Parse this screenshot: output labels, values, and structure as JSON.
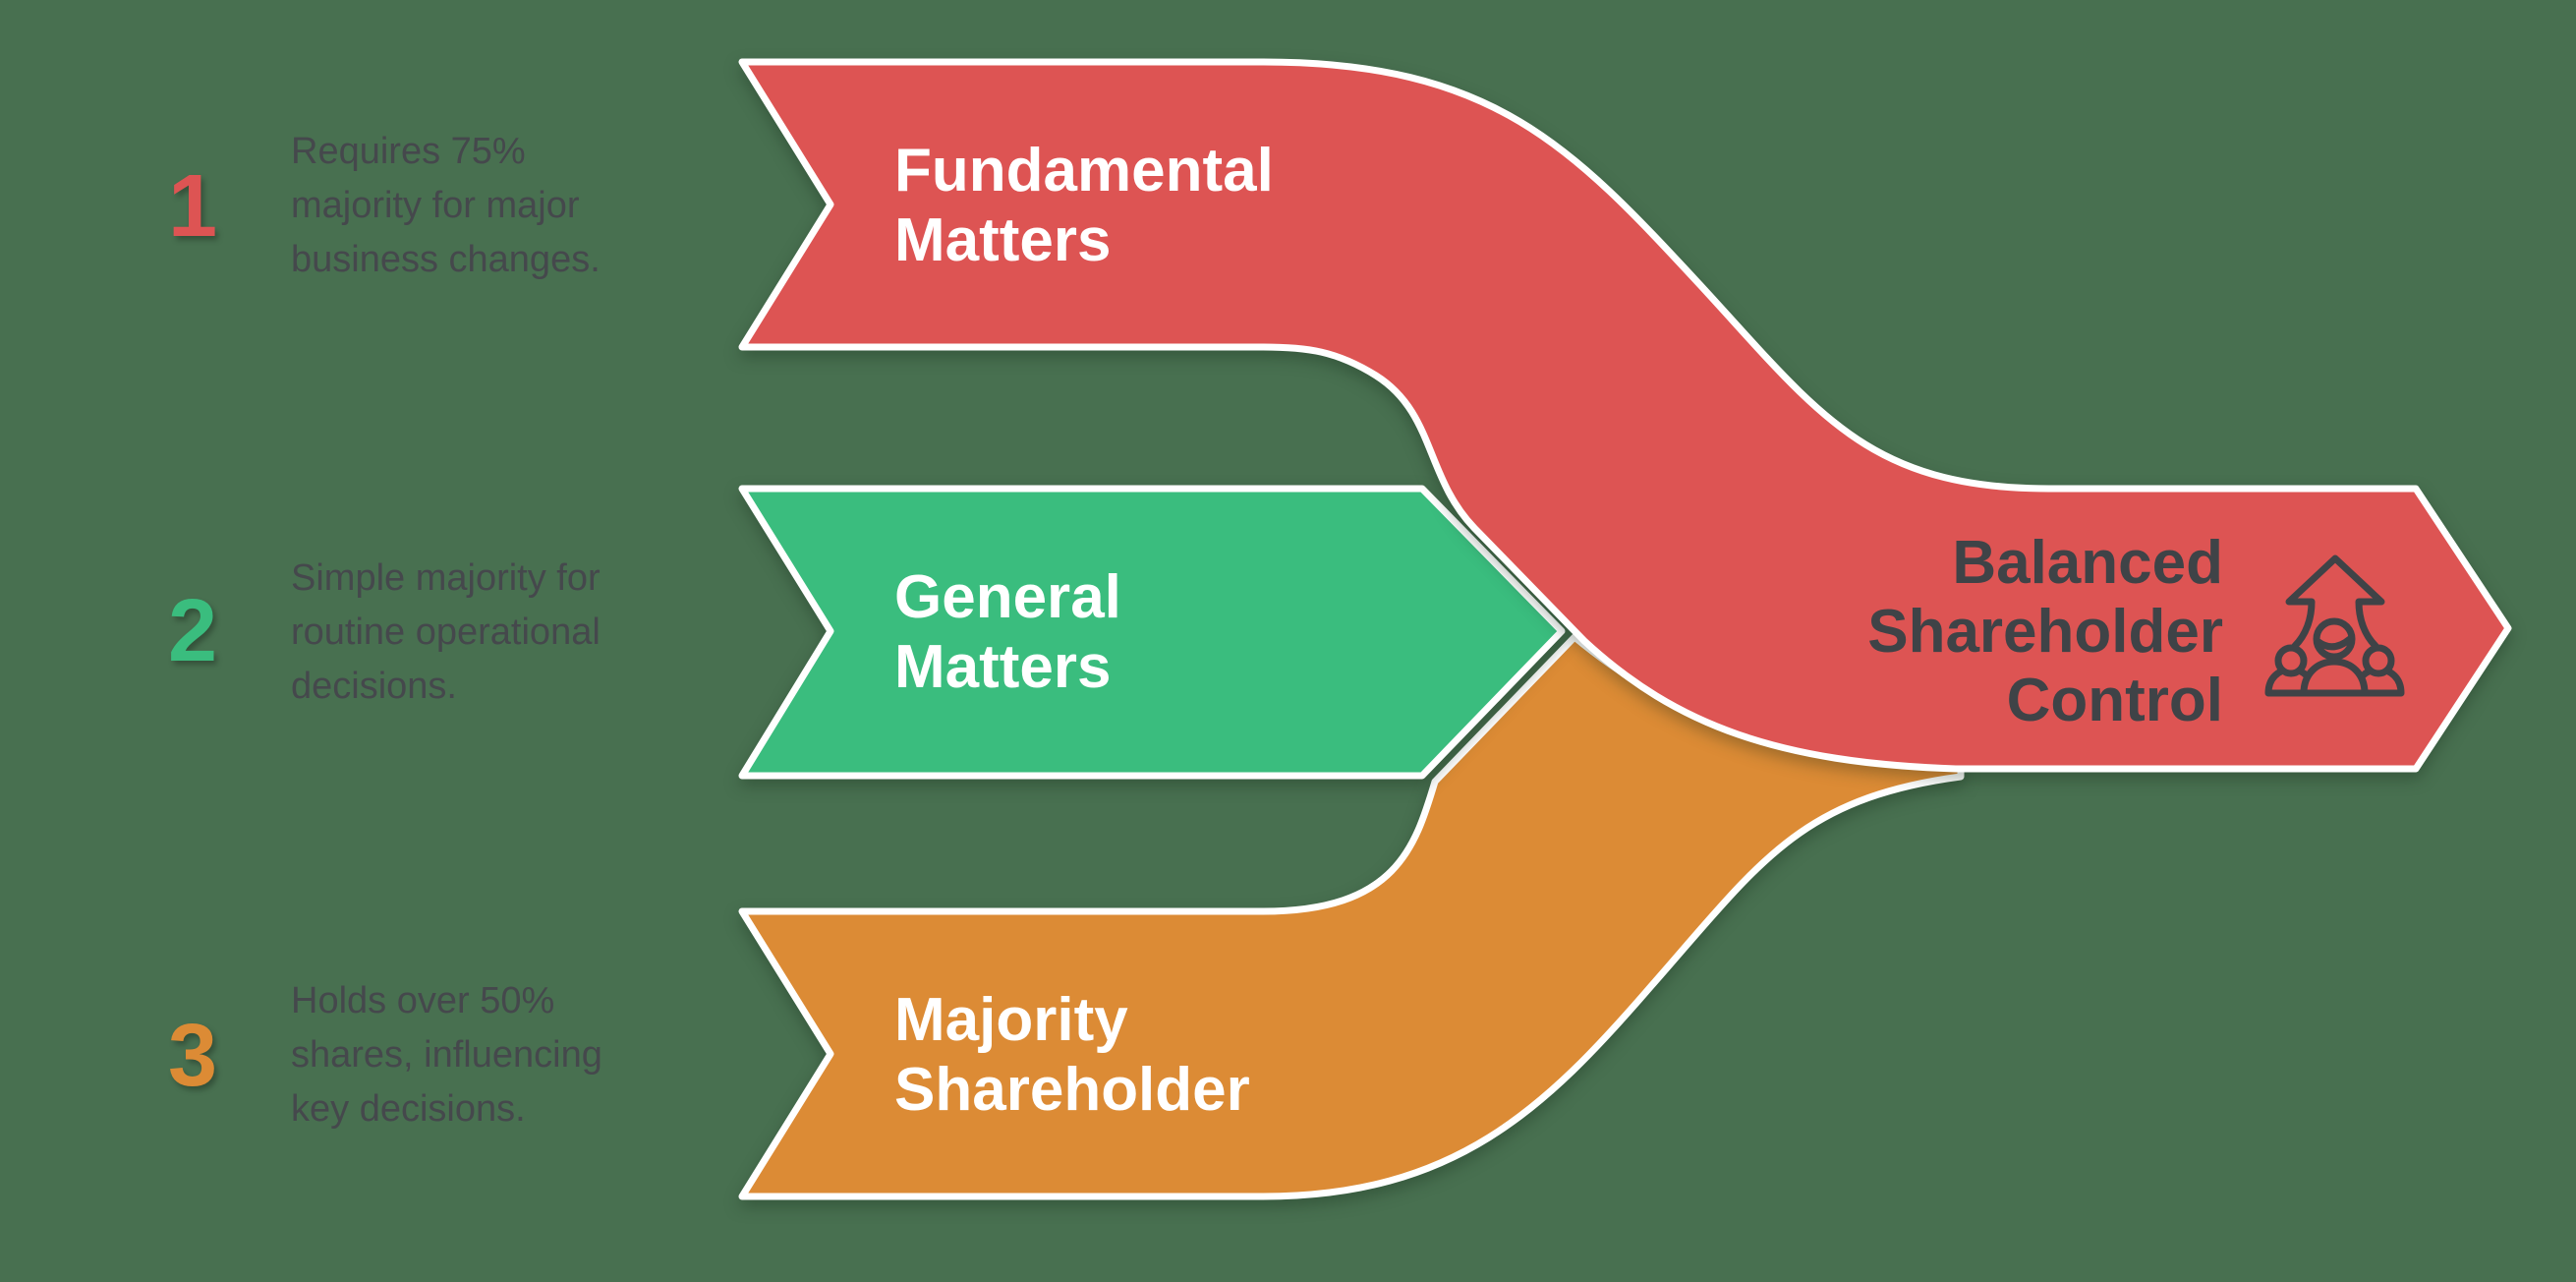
{
  "canvas": {
    "background_color": "#487050",
    "outline_color": "#ffffff"
  },
  "steps": [
    {
      "number": "1",
      "color": "#dd5453",
      "description_lines": [
        "Requires 75%",
        "majority for major",
        "business changes."
      ],
      "banner_lines": [
        "Fundamental",
        "Matters"
      ]
    },
    {
      "number": "2",
      "color": "#3abd7e",
      "description_lines": [
        "Simple majority for",
        "routine operational",
        "decisions."
      ],
      "banner_lines": [
        "General",
        "Matters"
      ]
    },
    {
      "number": "3",
      "color": "#dc8b35",
      "description_lines": [
        "Holds over 50%",
        "shares, influencing",
        "key decisions."
      ],
      "banner_lines": [
        "Majority",
        "Shareholder"
      ]
    }
  ],
  "result": {
    "color": "#dd5453",
    "label_lines": [
      "Balanced",
      "Shareholder",
      "Control"
    ],
    "icon": "people-growth-arrow-icon",
    "text_color": "#3f4347"
  }
}
